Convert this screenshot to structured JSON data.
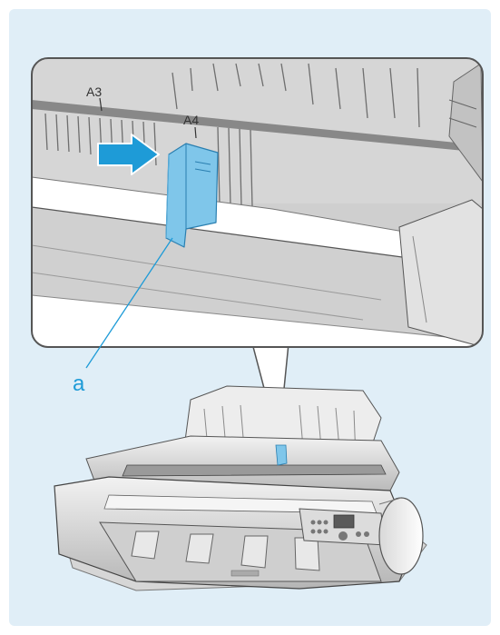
{
  "labels": {
    "a3": "A3",
    "a4": "A4",
    "callout": "a"
  },
  "colors": {
    "background_panel": "#e0eef7",
    "guide_blue": "#7fc6ea",
    "arrow_blue": "#1e9bd7",
    "callout_line": "#1e9bd7",
    "printer_gray": "#c9c9c9"
  },
  "icons": {
    "direction_arrow": "right-arrow-icon"
  }
}
